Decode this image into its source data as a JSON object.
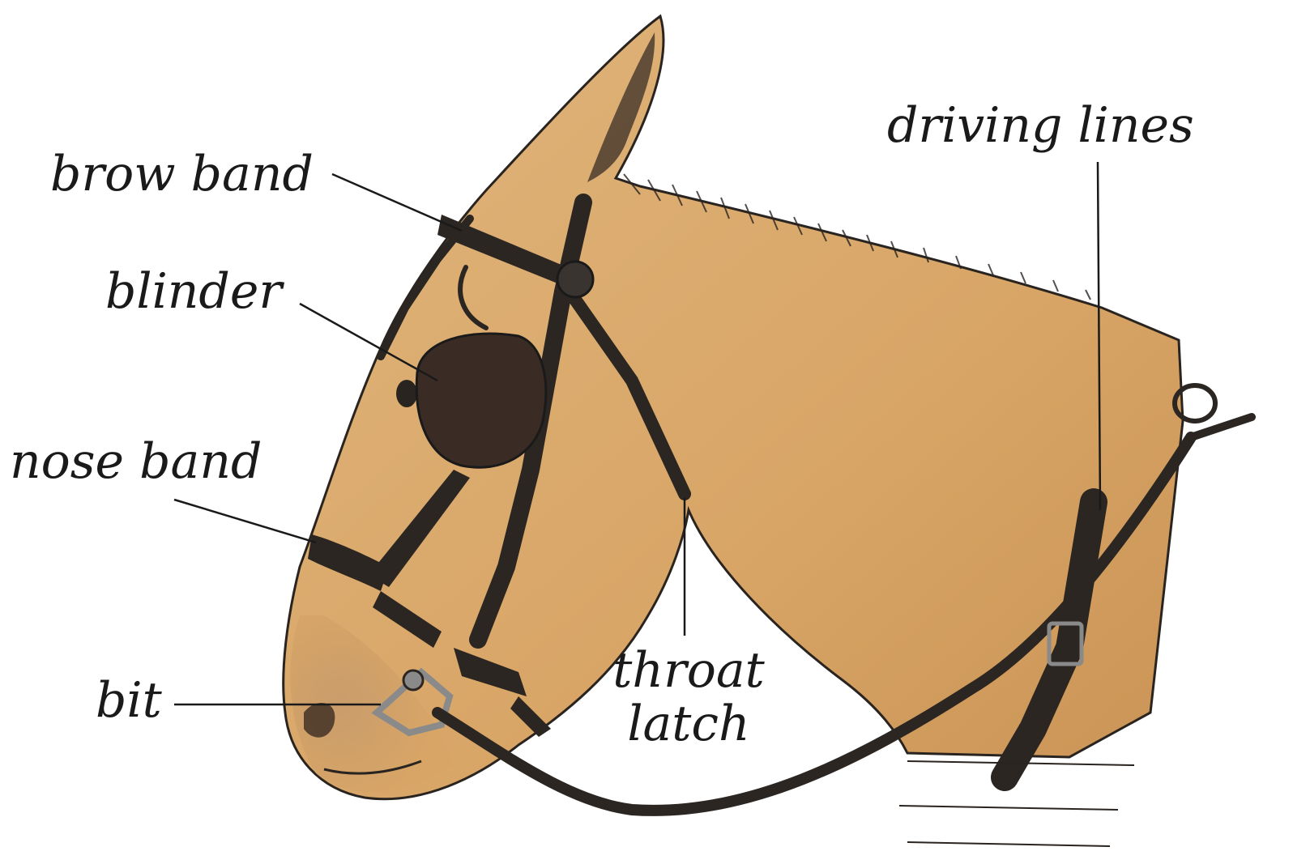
{
  "diagram": {
    "labels": {
      "brow_band": "brow band",
      "blinder": "blinder",
      "nose_band": "nose band",
      "bit": "bit",
      "throat_latch_line1": "throat",
      "throat_latch_line2": "latch",
      "driving_lines": "driving lines"
    },
    "colors": {
      "coat": "#d9a86a",
      "coat_shadow": "#c48f52",
      "leather": "#2b2622",
      "blinder": "#3a2c24",
      "ink": "#1a1a1a",
      "metal": "#8a8a8a"
    }
  }
}
